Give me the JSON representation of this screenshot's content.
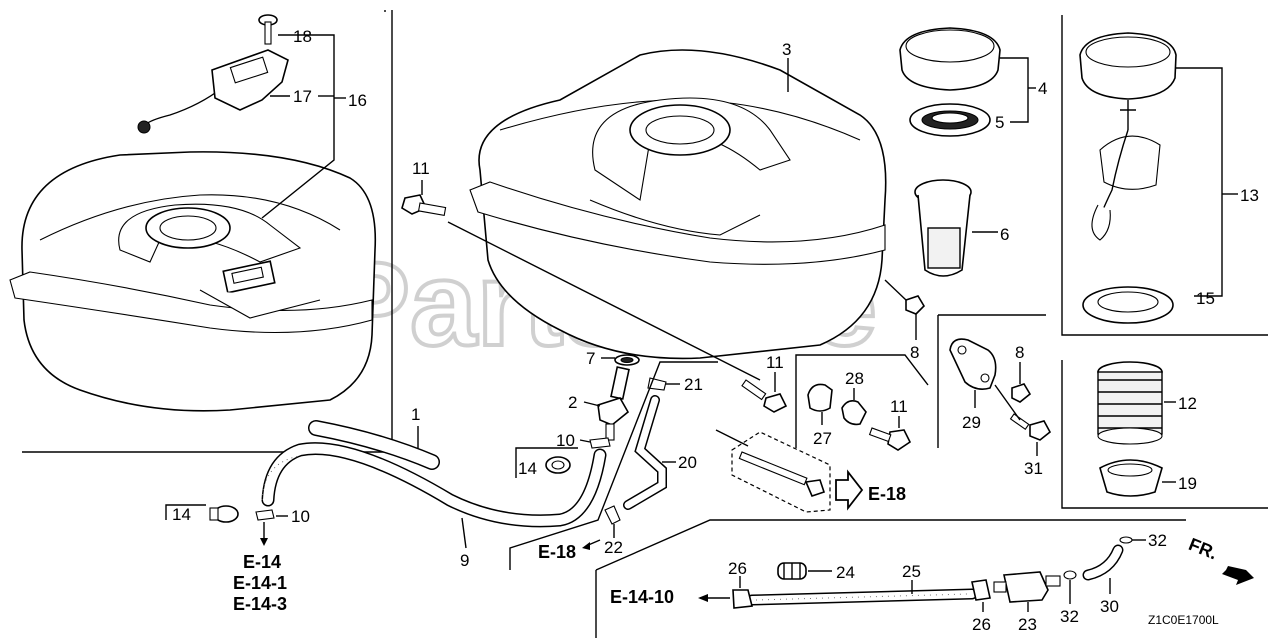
{
  "watermark": "PartsTree",
  "diagram_code": "Z1C0E1700L",
  "direction_label": "FR.",
  "callouts": {
    "c1": "1",
    "c2": "2",
    "c3": "3",
    "c4": "4",
    "c5": "5",
    "c6": "6",
    "c7": "7",
    "c8a": "8",
    "c8b": "8",
    "c9": "9",
    "c10a": "10",
    "c10b": "10",
    "c11a": "11",
    "c11b": "11",
    "c11c": "11",
    "c12": "12",
    "c13": "13",
    "c14a": "14",
    "c14b": "14",
    "c15": "15",
    "c16": "16",
    "c17": "17",
    "c18": "18",
    "c19": "19",
    "c20": "20",
    "c21": "21",
    "c22": "22",
    "c23": "23",
    "c24": "24",
    "c25": "25",
    "c26a": "26",
    "c26b": "26",
    "c27": "27",
    "c28": "28",
    "c29": "29",
    "c30": "30",
    "c31": "31",
    "c32a": "32",
    "c32b": "32"
  },
  "references": {
    "e14": "E-14",
    "e14_1": "E-14-1",
    "e14_3": "E-14-3",
    "e18a": "E-18",
    "e18b": "E-18",
    "e14_10": "E-14-10"
  }
}
